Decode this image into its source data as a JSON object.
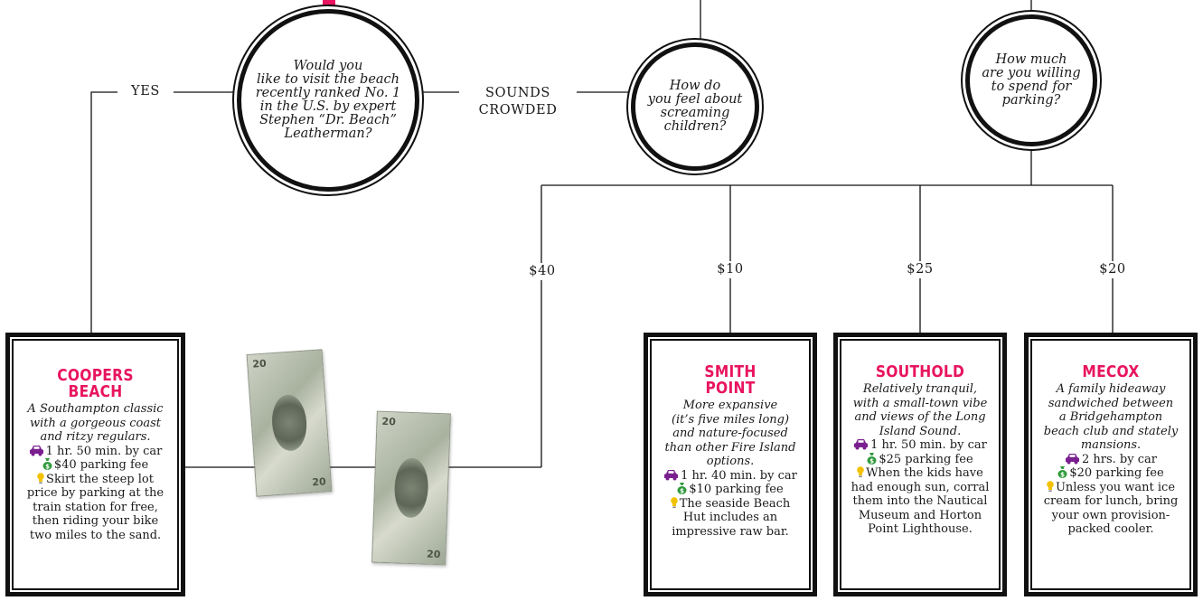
{
  "questions": {
    "q_beach": [
      "Would you",
      "like to visit the beach",
      "recently ranked No. 1",
      "in the U.S. by expert",
      "Stephen “Dr. Beach”",
      "Leatherman?"
    ],
    "q_children": [
      "How do",
      "you feel about",
      "screaming",
      "children?"
    ],
    "q_parking": [
      "How much",
      "are you willing",
      "to spend for",
      "parking?"
    ]
  },
  "edge_labels": {
    "yes": "YES",
    "sounds_crowded_1": "SOUNDS",
    "sounds_crowded_2": "CROWDED",
    "p40": "$40",
    "p10": "$10",
    "p25": "$25",
    "p20": "$20"
  },
  "cards": [
    {
      "title": [
        "COOPERS",
        "BEACH"
      ],
      "desc": [
        "A Southampton classic",
        "with a gorgeous coast",
        "and ritzy regulars."
      ],
      "drive": "1 hr. 50 min. by car",
      "fee": "$40 parking fee",
      "tip": [
        "Skirt the steep lot",
        "price by parking at the",
        "train station for free,",
        "then riding your bike",
        "two miles to the sand."
      ]
    },
    {
      "title": [
        "SMITH",
        "POINT"
      ],
      "desc": [
        "More expansive",
        "(it’s five miles long)",
        "and nature-focused",
        "than other Fire Island",
        "options."
      ],
      "drive": "1 hr. 40 min. by car",
      "fee": "$10 parking fee",
      "tip": [
        "The seaside Beach",
        "Hut includes an",
        "impressive raw bar."
      ]
    },
    {
      "title": [
        "SOUTHOLD"
      ],
      "desc": [
        "Relatively tranquil,",
        "with a small-town vibe",
        "and views of the Long",
        "Island Sound."
      ],
      "drive": "1 hr. 50 min. by car",
      "fee": "$25 parking fee",
      "tip": [
        "When the kids have",
        "had enough sun, corral",
        "them into the Nautical",
        "Museum and Horton",
        "Point Lighthouse."
      ]
    },
    {
      "title": [
        "MECOX"
      ],
      "desc": [
        "A family hideaway",
        "sandwiched between",
        "a Bridgehampton",
        "beach club and stately",
        "mansions."
      ],
      "drive": "2 hrs. by car",
      "fee": "$20 parking fee",
      "tip": [
        "Unless you want ice",
        "cream for lunch, bring",
        "your own provision-",
        "packed cooler."
      ]
    }
  ],
  "icons": {
    "car": "car-icon",
    "money": "money-bag-icon",
    "tip": "lightbulb-icon"
  },
  "colors": {
    "accent": "#e8145f",
    "car": "#7a1f8f",
    "money": "#2e9a3a",
    "tip": "#f2c200"
  },
  "bill_denomination": "20"
}
